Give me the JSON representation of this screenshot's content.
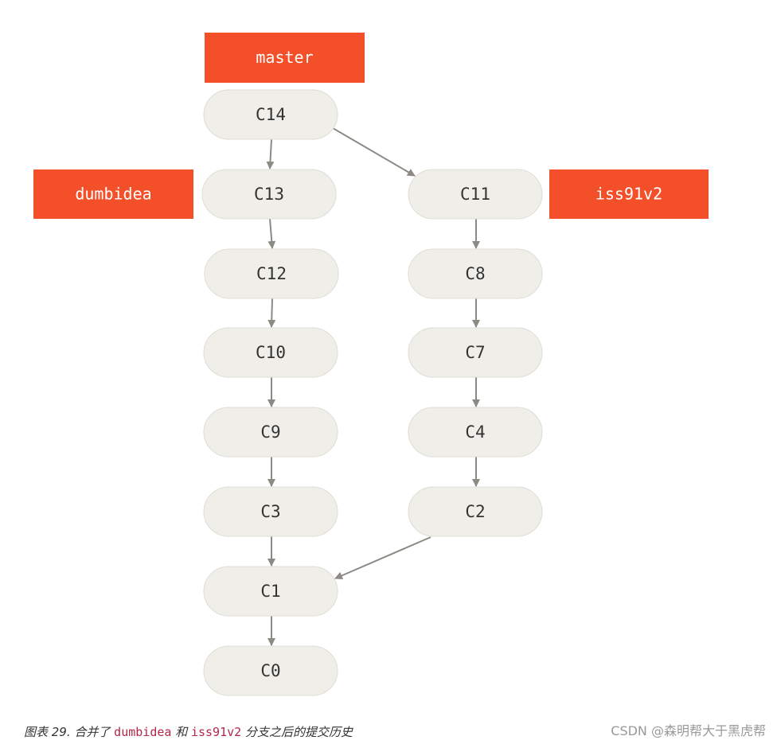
{
  "diagram": {
    "commits": [
      {
        "id": "C14"
      },
      {
        "id": "C13"
      },
      {
        "id": "C12"
      },
      {
        "id": "C10"
      },
      {
        "id": "C9"
      },
      {
        "id": "C3"
      },
      {
        "id": "C1"
      },
      {
        "id": "C0"
      },
      {
        "id": "C11"
      },
      {
        "id": "C8"
      },
      {
        "id": "C7"
      },
      {
        "id": "C4"
      },
      {
        "id": "C2"
      }
    ],
    "edges": [
      [
        "C14",
        "C13"
      ],
      [
        "C14",
        "C11"
      ],
      [
        "C13",
        "C12"
      ],
      [
        "C12",
        "C10"
      ],
      [
        "C10",
        "C9"
      ],
      [
        "C9",
        "C3"
      ],
      [
        "C3",
        "C1"
      ],
      [
        "C1",
        "C0"
      ],
      [
        "C11",
        "C8"
      ],
      [
        "C8",
        "C7"
      ],
      [
        "C7",
        "C4"
      ],
      [
        "C4",
        "C2"
      ],
      [
        "C2",
        "C1"
      ]
    ],
    "branches": [
      {
        "name": "master",
        "points_to": "C14"
      },
      {
        "name": "dumbidea",
        "points_to": "C13"
      },
      {
        "name": "iss91v2",
        "points_to": "C11"
      }
    ],
    "colors": {
      "branch": "#f34f29",
      "commit": "#efeee8",
      "edge": "#8d8a84"
    }
  },
  "caption": {
    "prefix": "图表 29. 合并了 ",
    "code1": "dumbidea",
    "middle": " 和 ",
    "code2": "iss91v2",
    "suffix": " 分支之后的提交历史"
  },
  "watermark": "CSDN @森明帮大于黑虎帮"
}
